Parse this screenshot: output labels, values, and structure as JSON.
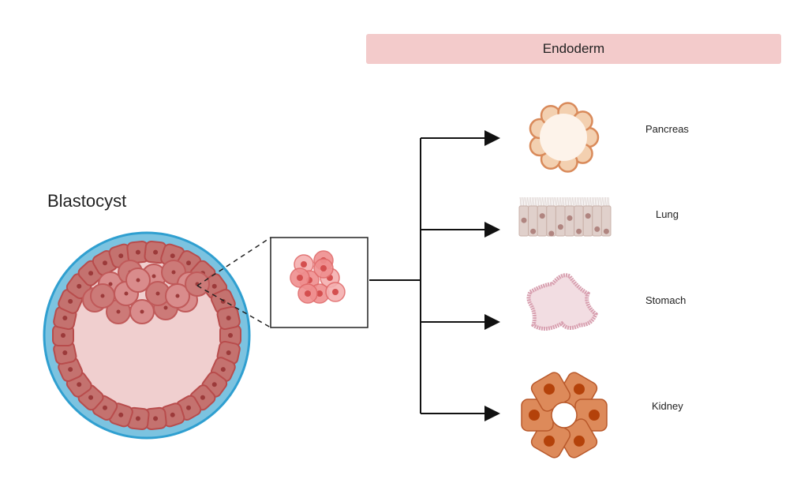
{
  "banner": {
    "label": "Endoderm"
  },
  "title": "Blastocyst",
  "organs": [
    {
      "label": "Pancreas",
      "icon": "pancreas-icon"
    },
    {
      "label": "Lung",
      "icon": "lung-epithelium-icon"
    },
    {
      "label": "Stomach",
      "icon": "stomach-icon"
    },
    {
      "label": "Kidney",
      "icon": "kidney-icon"
    }
  ],
  "colors": {
    "zona": "#7cc3e0",
    "zonaStroke": "#2f9fd0",
    "cell": "#c4726f",
    "cellStroke": "#b84c4c",
    "cavity": "#f0cfcf",
    "banner": "#f3cbcb"
  }
}
